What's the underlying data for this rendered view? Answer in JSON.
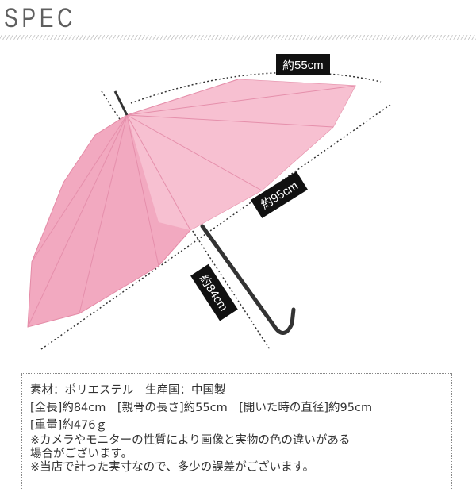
{
  "header": {
    "title": "SPEC"
  },
  "dimensions": {
    "rib_length": "約55cm",
    "diameter": "約95cm",
    "total_length": "約84cm"
  },
  "spec": {
    "line1": "素材：ポリエステル　生産国：中国製",
    "line2": "[全長]約84cm　[親骨の長さ]約55cm　[開いた時の直径]約95cm",
    "line3": "[重量]約476ｇ",
    "note1a": "※カメラやモニターの性質により画像と実物の色の違いがある",
    "note1b": "場合がございます。",
    "note2": "※当店で計った実寸なので、多少の誤差がございます。"
  },
  "colors": {
    "canopy": "#f2a9c0",
    "canopy_light": "#f8c6d5",
    "shaft": "#333333"
  }
}
